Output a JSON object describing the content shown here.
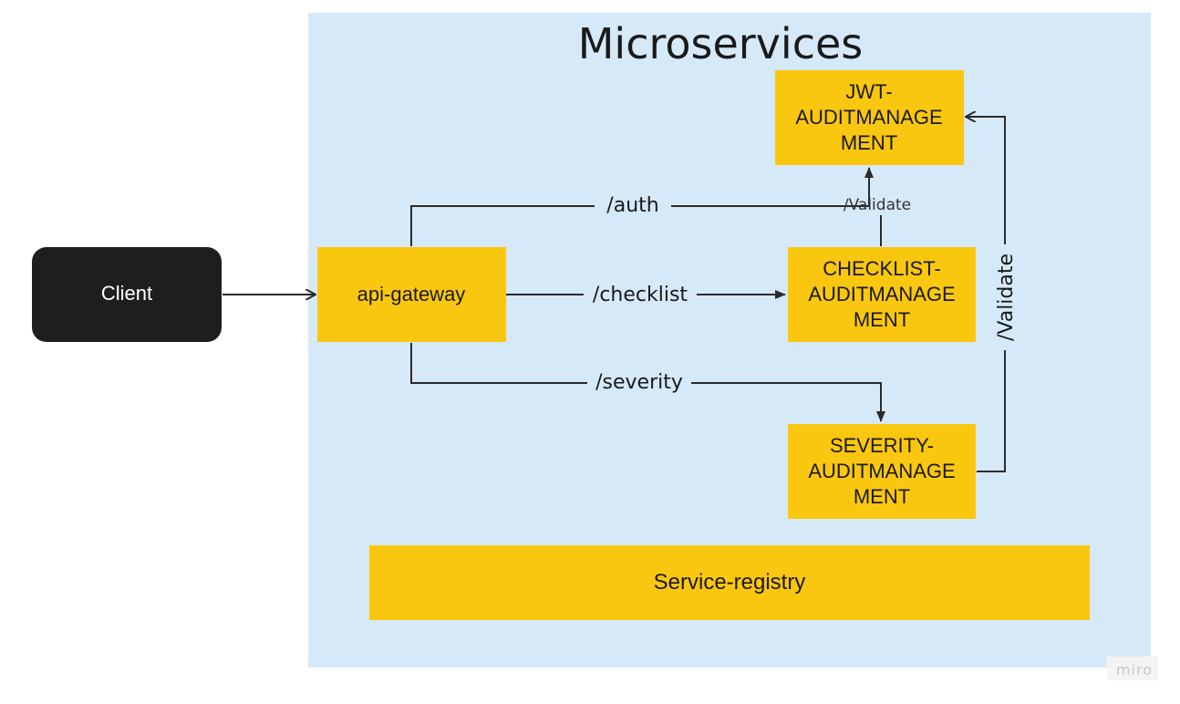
{
  "container": {
    "title": "Microservices",
    "fill": "#d6e9f8"
  },
  "nodes": {
    "client": {
      "label": "Client",
      "fill": "#1e1e1e",
      "text_color": "#ffffff"
    },
    "gateway": {
      "label": "api-gateway",
      "fill": "#fac710"
    },
    "jwt": {
      "lines": [
        "JWT-",
        "AUDITMANAGE",
        "MENT"
      ],
      "fill": "#fac710"
    },
    "checklist": {
      "lines": [
        "CHECKLIST-",
        "AUDITMANAGE",
        "MENT"
      ],
      "fill": "#fac710"
    },
    "severity": {
      "lines": [
        "SEVERITY-",
        "AUDITMANAGE",
        "MENT"
      ],
      "fill": "#fac710"
    },
    "registry": {
      "label": "Service-registry",
      "fill": "#fac710"
    }
  },
  "edges": {
    "auth": "/auth",
    "checklist": "/checklist",
    "severity": "/severity",
    "validate_checklist": "/Validate",
    "validate_severity": "/Validate"
  },
  "watermark": "miro",
  "colors": {
    "connector": "#2b2b2b"
  }
}
